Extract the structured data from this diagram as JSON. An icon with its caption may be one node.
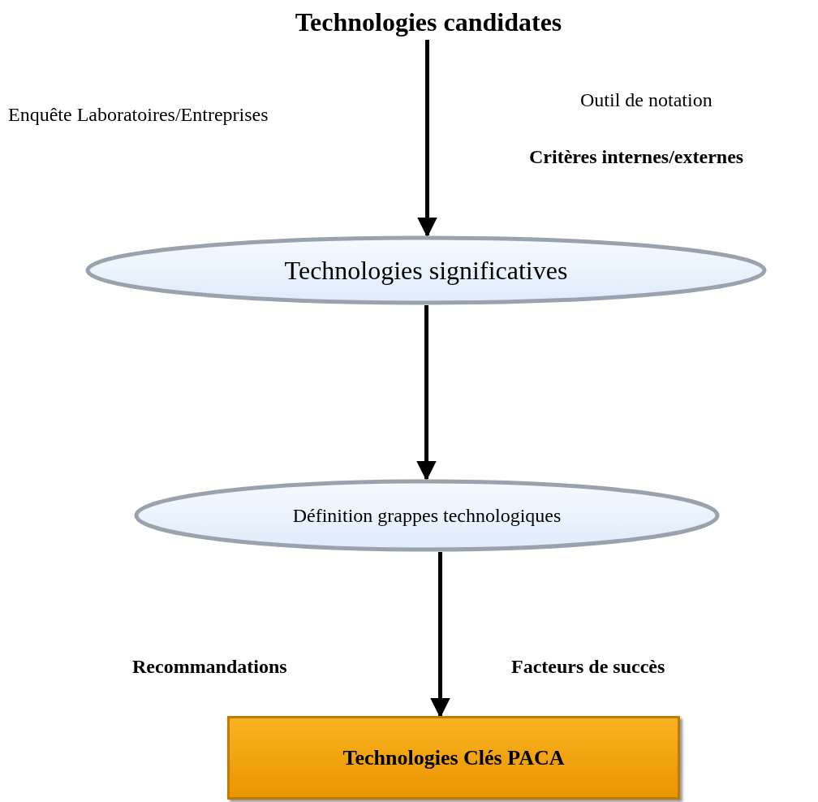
{
  "diagram": {
    "nodes": [
      {
        "text": [
          "Technologies candidates"
        ]
      },
      {
        "text": [
          "Technologies significatives"
        ]
      },
      {
        "text": [
          "Définition grappes technologiques"
        ]
      },
      {
        "text": [
          "Technologies Clés PACA"
        ]
      }
    ],
    "edges": [
      {
        "from": 0,
        "to": 1,
        "arrow": "to"
      },
      {
        "from": 1,
        "to": 2,
        "arrow": "to"
      },
      {
        "from": 2,
        "to": 3,
        "arrow": "to"
      }
    ],
    "labels": [
      "Enquête Laboratoires/Entreprises",
      "Outil de notation",
      "Critères internes/externes",
      "Recommandations",
      "Facteurs de succès"
    ]
  }
}
